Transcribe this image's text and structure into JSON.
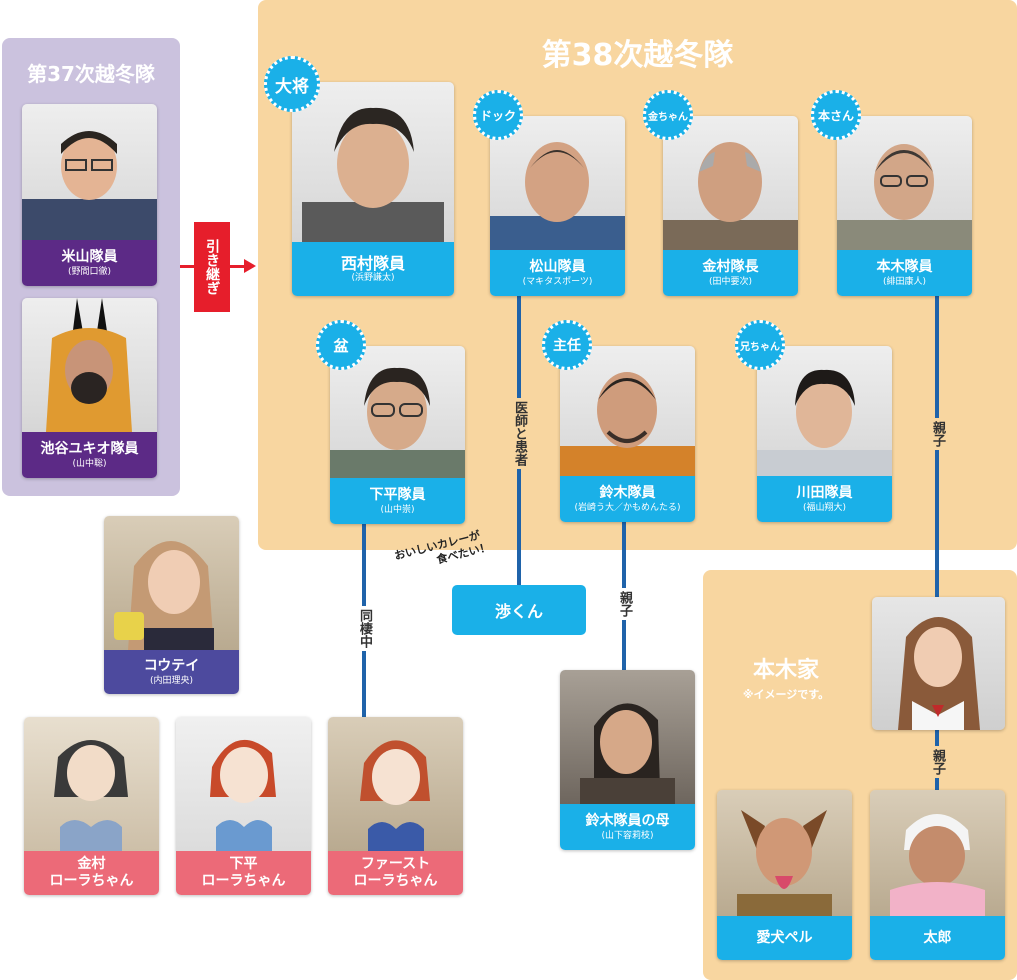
{
  "team37": {
    "title": "第37次越冬隊",
    "members": [
      {
        "name": "米山隊員",
        "actor": "(野間口徹)"
      },
      {
        "name": "池谷ユキオ隊員",
        "actor": "(山中聡)"
      }
    ]
  },
  "handover_label": "引き継ぎ",
  "team38": {
    "title": "第38次越冬隊",
    "members": [
      {
        "nickname": "大将",
        "name": "西村隊員",
        "actor": "(浜野謙太)"
      },
      {
        "nickname": "ドック",
        "name": "松山隊員",
        "actor": "(マキタスポーツ)"
      },
      {
        "nickname": "金ちゃん",
        "name": "金村隊長",
        "actor": "(田中要次)"
      },
      {
        "nickname": "本さん",
        "name": "本木隊員",
        "actor": "(緋田康人)"
      },
      {
        "nickname": "盆",
        "name": "下平隊員",
        "actor": "(山中崇)"
      },
      {
        "nickname": "主任",
        "name": "鈴木隊員",
        "actor": "(岩崎う大／かもめんたる)"
      },
      {
        "nickname": "兄ちゃん",
        "name": "川田隊員",
        "actor": "(福山翔大)"
      }
    ]
  },
  "relations": {
    "doctor_patient": "医師と患者",
    "living_together": "同棲中",
    "parent_child": "親子"
  },
  "handwritten_note": [
    "おいしいカレーが",
    "食べたい！"
  ],
  "wataru": "渉くん",
  "kotei": {
    "name": "コウテイ",
    "actor": "(内田理央)"
  },
  "lauras": [
    {
      "name": [
        "金村",
        "ローラちゃん"
      ]
    },
    {
      "name": [
        "下平",
        "ローラちゃん"
      ]
    },
    {
      "name": [
        "ファースト",
        "ローラちゃん"
      ]
    }
  ],
  "suzuki_mother": {
    "name": "鈴木隊員の母",
    "actor": "(山下容莉枝)"
  },
  "motoki_family": {
    "title": "本木家",
    "note": "※イメージです。",
    "members": [
      {
        "name": "愛犬ペル"
      },
      {
        "name": "太郎"
      }
    ]
  },
  "colors": {
    "caption_blue": "#1ab0e8",
    "team37_panel": "#cbc2de",
    "team38_panel": "#f8d6a0",
    "team37_caption": "#5c2a86",
    "kotei_caption": "#4d4a9e",
    "laura_caption": "#ec6a78",
    "handover_red": "#e61e2b",
    "relation_line": "#1f63aa"
  }
}
